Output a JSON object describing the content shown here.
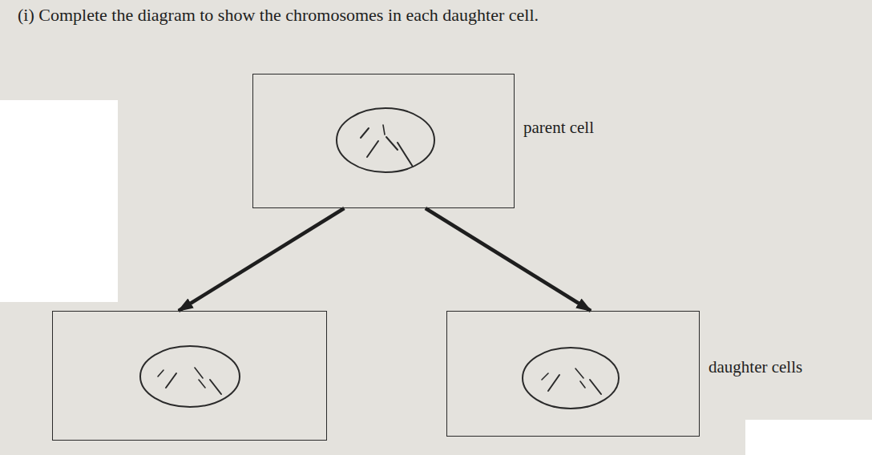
{
  "diagram": {
    "title": "(i) Complete the diagram to show the chromosomes in each daughter cell.",
    "nodes": [
      {
        "text": [
          "parent cell"
        ]
      },
      {
        "text": []
      },
      {
        "text": [
          "daughter cells"
        ]
      }
    ],
    "edges": [
      {
        "from": 0,
        "to": 1,
        "arrow": "to"
      },
      {
        "from": 0,
        "to": 2,
        "arrow": "to"
      }
    ]
  }
}
